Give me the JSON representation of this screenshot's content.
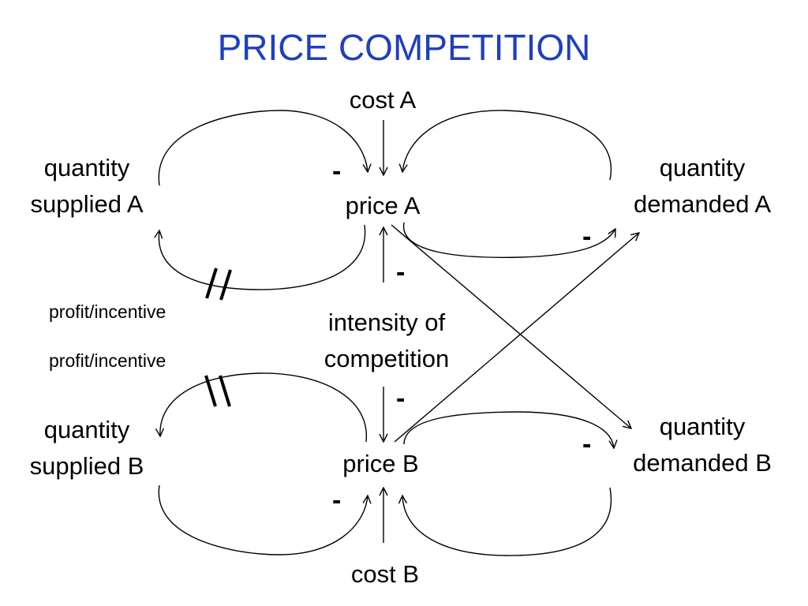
{
  "title": "PRICE COMPETITION",
  "nodes": {
    "cost_a": "cost A",
    "price_a": "price A",
    "qty_supplied_a": [
      "quantity",
      "supplied A"
    ],
    "qty_demanded_a": [
      "quantity",
      "demanded A"
    ],
    "intensity": [
      "intensity of",
      "competition"
    ],
    "qty_supplied_b": [
      "quantity",
      "supplied B"
    ],
    "price_b": "price B",
    "qty_demanded_b": [
      "quantity",
      "demanded B"
    ],
    "cost_b": "cost B"
  },
  "delay_labels": {
    "top": "profit/incentive",
    "bottom": "profit/incentive"
  },
  "polarity": {
    "supply_a_to_price_a": "-",
    "price_a_to_demand_a": "-",
    "intensity_to_price_a": "-",
    "intensity_to_price_b": "-",
    "price_b_to_demand_b": "-",
    "supply_b_to_price_b": "-"
  },
  "colors": {
    "title": "#1f3fbf",
    "line": "#000000"
  }
}
